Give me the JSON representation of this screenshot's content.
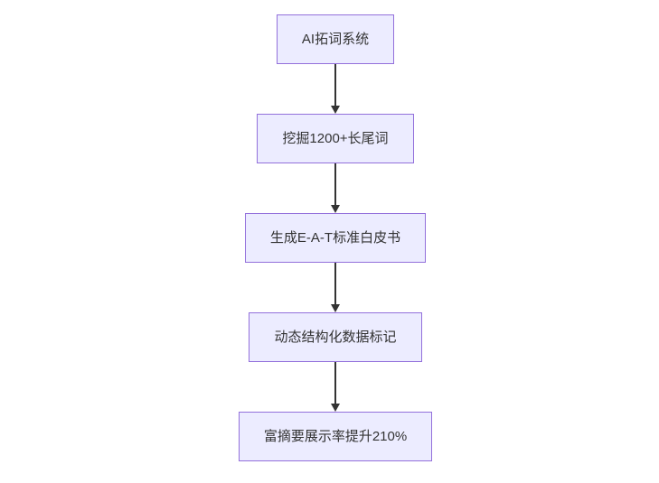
{
  "diagram": {
    "type": "flowchart",
    "direction": "top-down",
    "nodes": [
      {
        "id": "node-1",
        "label": "AI拓词系统"
      },
      {
        "id": "node-2",
        "label": "挖掘1200+长尾词"
      },
      {
        "id": "node-3",
        "label": "生成E-A-T标准白皮书"
      },
      {
        "id": "node-4",
        "label": "动态结构化数据标记"
      },
      {
        "id": "node-5",
        "label": "富摘要展示率提升210%"
      }
    ],
    "edges": [
      {
        "from": "node-1",
        "to": "node-2"
      },
      {
        "from": "node-2",
        "to": "node-3"
      },
      {
        "from": "node-3",
        "to": "node-4"
      },
      {
        "from": "node-4",
        "to": "node-5"
      }
    ],
    "colors": {
      "node_fill": "#ececff",
      "node_border": "#9370db",
      "node_text": "#333333",
      "arrow": "#333333",
      "background": "#ffffff"
    }
  }
}
